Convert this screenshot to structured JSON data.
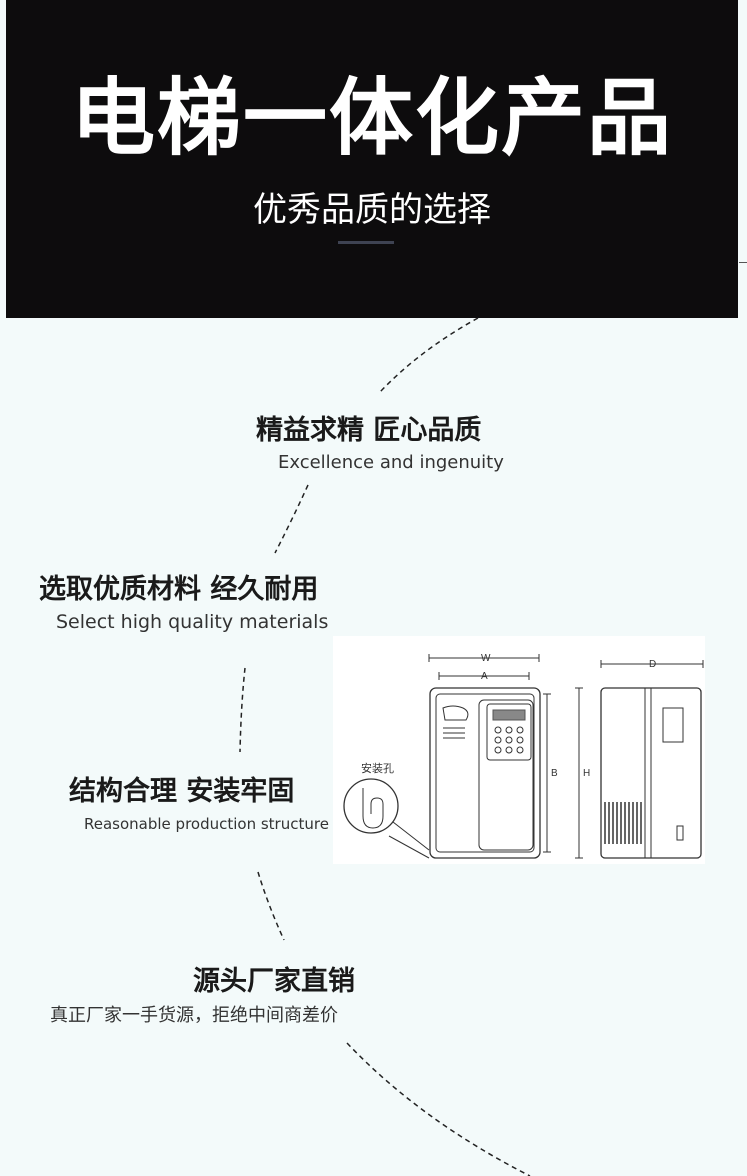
{
  "hero": {
    "title": "电梯一体化产品",
    "subtitle": "优秀品质的选择"
  },
  "features": [
    {
      "title": "精益求精  匠心品质",
      "subtitle": "Excellence and ingenuity"
    },
    {
      "title": "选取优质材料 经久耐用",
      "subtitle": "Select high quality materials"
    },
    {
      "title": "结构合理 安装牢固",
      "subtitle": "Reasonable production structure"
    },
    {
      "title": "源头厂家直销",
      "subtitle": "真正厂家一手货源，拒绝中间商差价"
    }
  ],
  "figure": {
    "label_w": "W",
    "label_a": "A",
    "label_b": "B",
    "label_h": "H",
    "label_d": "D",
    "label_hole": "安装孔"
  },
  "colors": {
    "hero_bg": "#0d0c0d",
    "page_bg": "#f3fafa",
    "accent_bar": "#3e4352"
  }
}
